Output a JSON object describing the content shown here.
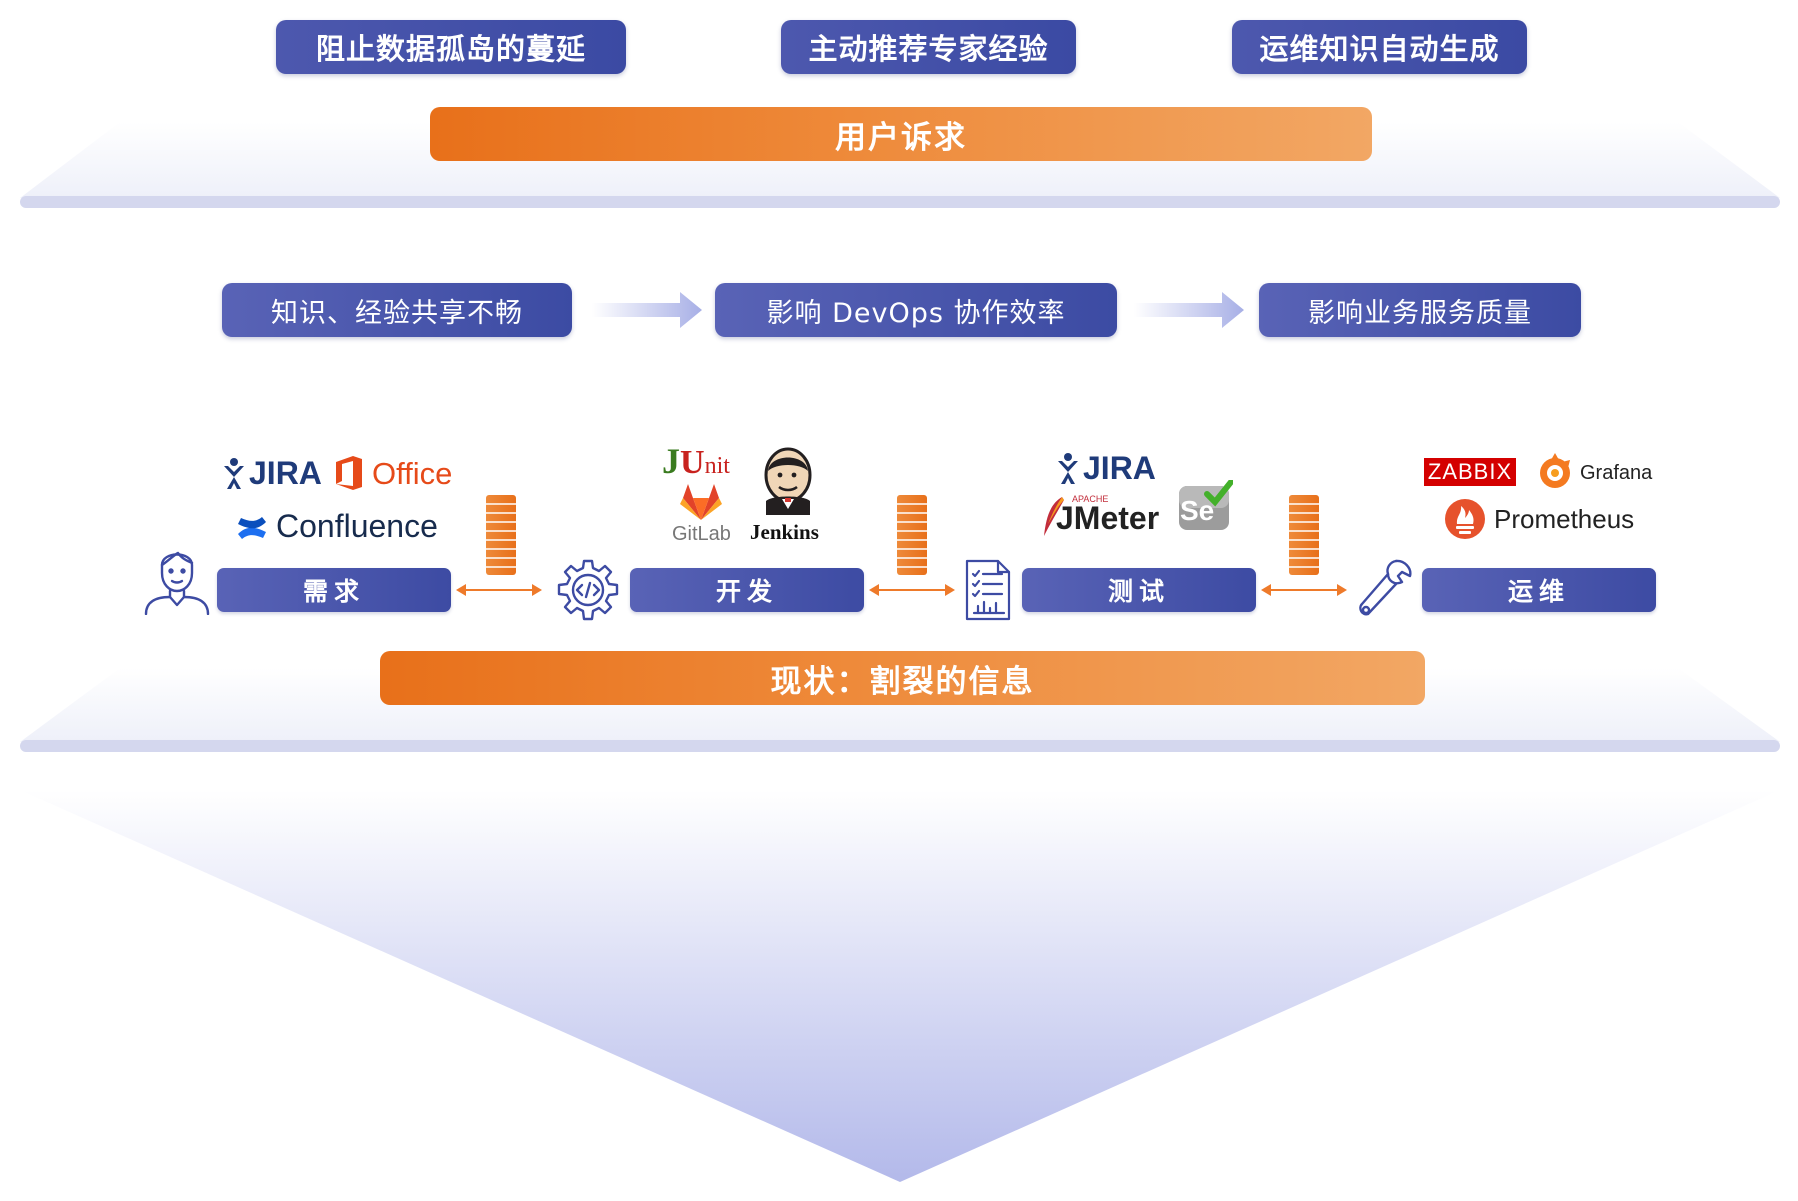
{
  "top_goals": [
    "阻止数据孤岛的蔓延",
    "主动推荐专家经验",
    "运维知识自动生成"
  ],
  "user_demand": "用户诉求",
  "problems": [
    "知识、经验共享不畅",
    "影响 DevOps 协作效率",
    "影响业务服务质量"
  ],
  "stages": [
    "需求",
    "开发",
    "测试",
    "运维"
  ],
  "current_state": "现状：割裂的信息",
  "logos": {
    "requirements": {
      "jira": "JIRA",
      "office": "Office",
      "confluence": "Confluence"
    },
    "development": {
      "junit_j": "J",
      "junit_u": "U",
      "junit_nit": "nit",
      "gitlab": "GitLab",
      "jenkins": "Jenkins"
    },
    "testing": {
      "jira": "JIRA",
      "apache": "APACHE",
      "jmeter": "JMeter",
      "selenium": "Se"
    },
    "operations": {
      "zabbix": "ZABBIX",
      "grafana": "Grafana",
      "prometheus": "Prometheus"
    }
  },
  "colors": {
    "primary_blue": "#3d4ba3",
    "orange": "#ee8a3a",
    "light_band": "#d5d8ef"
  },
  "icons": [
    "user-icon",
    "code-gear-icon",
    "test-report-icon",
    "wrench-icon",
    "data-stack-icon",
    "bidirectional-arrow-icon",
    "right-arrow-icon"
  ]
}
